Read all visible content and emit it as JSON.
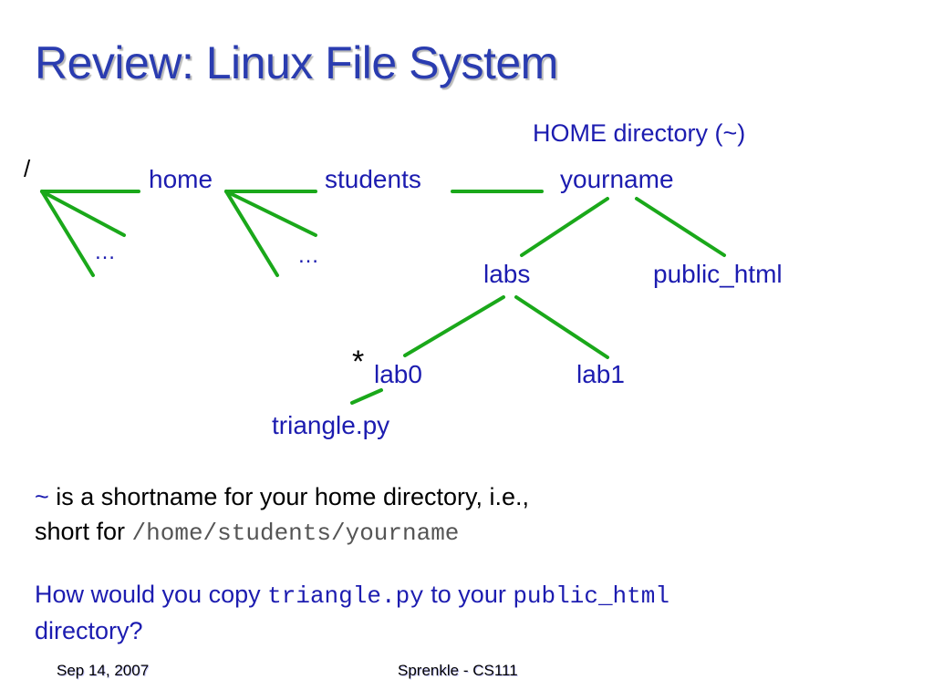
{
  "title": "Review: Linux File System",
  "diagram": {
    "home_label": "HOME directory (~)",
    "nodes": {
      "root": "/",
      "home": "home",
      "students": "students",
      "yourname": "yourname",
      "ellipsis1": "…",
      "ellipsis2": "…",
      "labs": "labs",
      "public_html": "public_html",
      "lab0": "lab0",
      "lab1": "lab1",
      "triangle": "triangle.py"
    },
    "asterisk": "*",
    "edge_color": "#1aa81a",
    "text_color": "#1c1cb0"
  },
  "notes": {
    "line1_tilde": "~",
    "line1_rest": " is a shortname for your home directory, i.e.,",
    "line2_text": "short for ",
    "line2_path": "/home/students/yourname",
    "q_part1": "How would you copy ",
    "q_code1": "triangle.py",
    "q_part2": " to your ",
    "q_code2": "public_html",
    "q_part3": "directory?"
  },
  "footer": {
    "date": "Sep 14, 2007",
    "author": "Sprenkle - CS111"
  }
}
